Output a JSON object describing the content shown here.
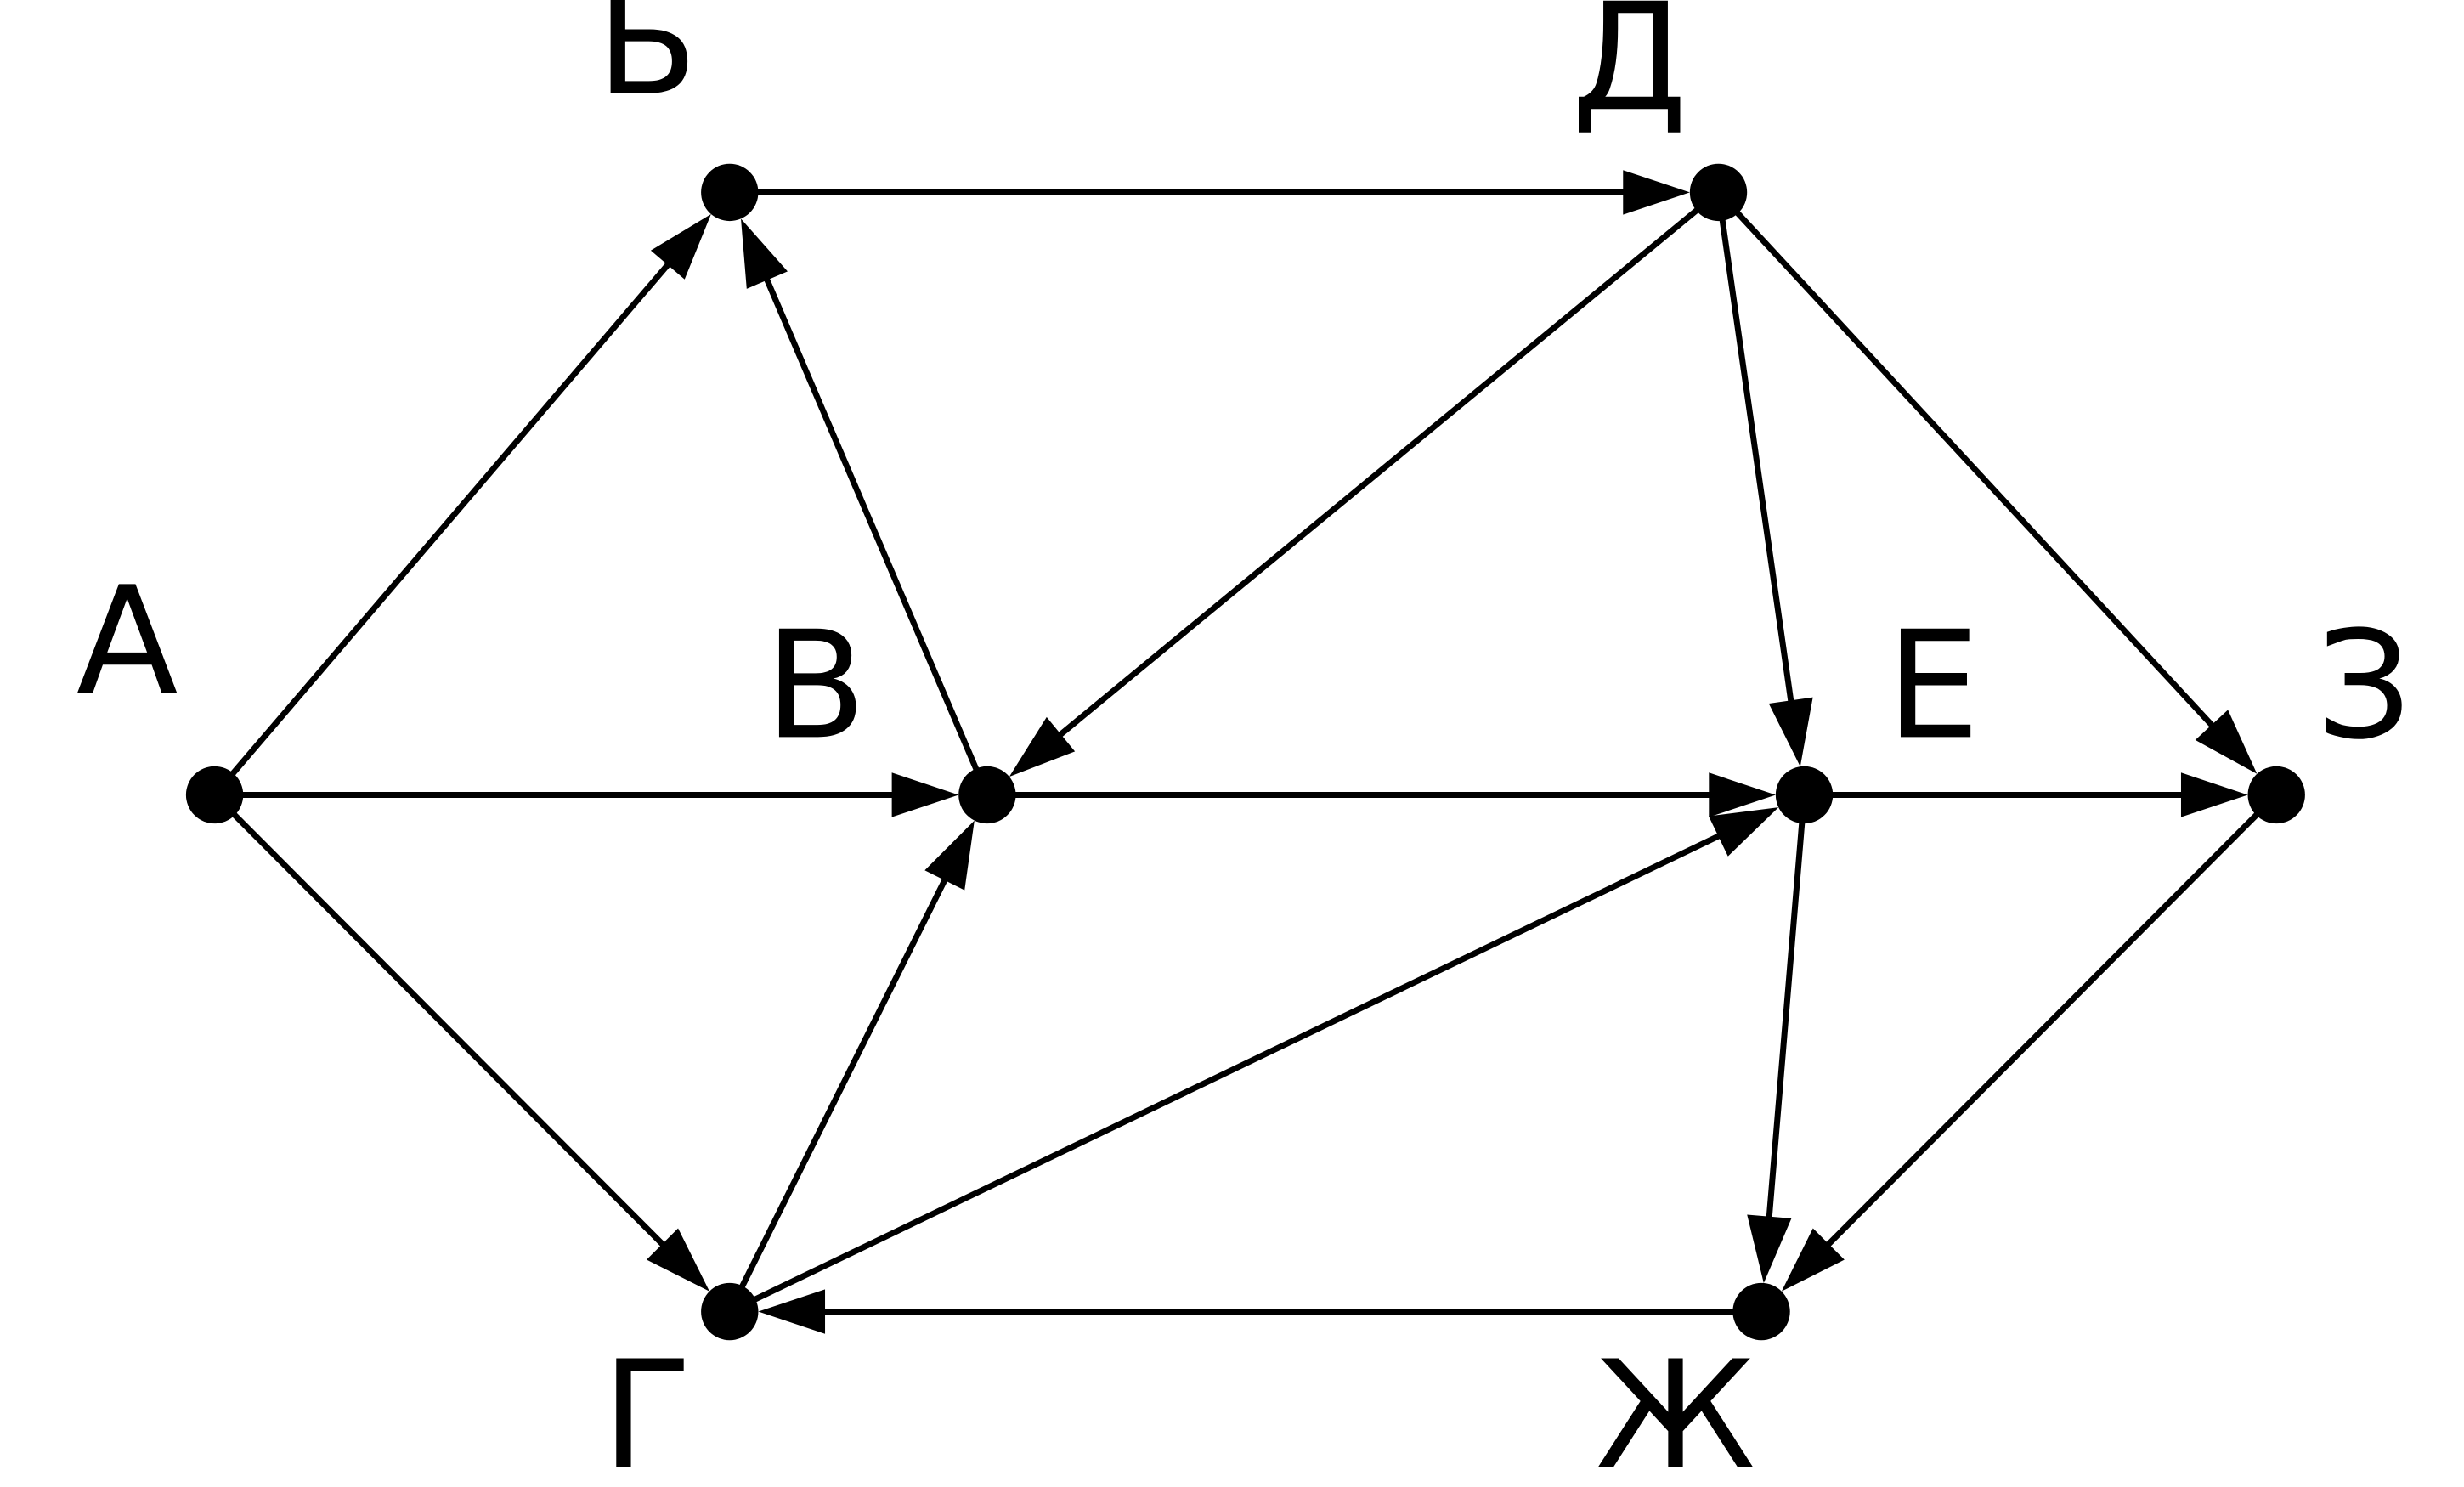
{
  "graph": {
    "nodes": [
      {
        "id": "A",
        "label": "А"
      },
      {
        "id": "B",
        "label": "Б"
      },
      {
        "id": "V",
        "label": "В"
      },
      {
        "id": "G",
        "label": "Г"
      },
      {
        "id": "D",
        "label": "Д"
      },
      {
        "id": "E",
        "label": "Е"
      },
      {
        "id": "ZH",
        "label": "Ж"
      },
      {
        "id": "Z",
        "label": "З"
      }
    ],
    "edges": [
      {
        "from": "A",
        "to": "B"
      },
      {
        "from": "A",
        "to": "V"
      },
      {
        "from": "A",
        "to": "G"
      },
      {
        "from": "B",
        "to": "D"
      },
      {
        "from": "V",
        "to": "B"
      },
      {
        "from": "V",
        "to": "E"
      },
      {
        "from": "G",
        "to": "V"
      },
      {
        "from": "G",
        "to": "E"
      },
      {
        "from": "D",
        "to": "V"
      },
      {
        "from": "D",
        "to": "E"
      },
      {
        "from": "D",
        "to": "Z"
      },
      {
        "from": "E",
        "to": "Z"
      },
      {
        "from": "E",
        "to": "ZH"
      },
      {
        "from": "Z",
        "to": "ZH"
      },
      {
        "from": "ZH",
        "to": "G"
      }
    ]
  }
}
